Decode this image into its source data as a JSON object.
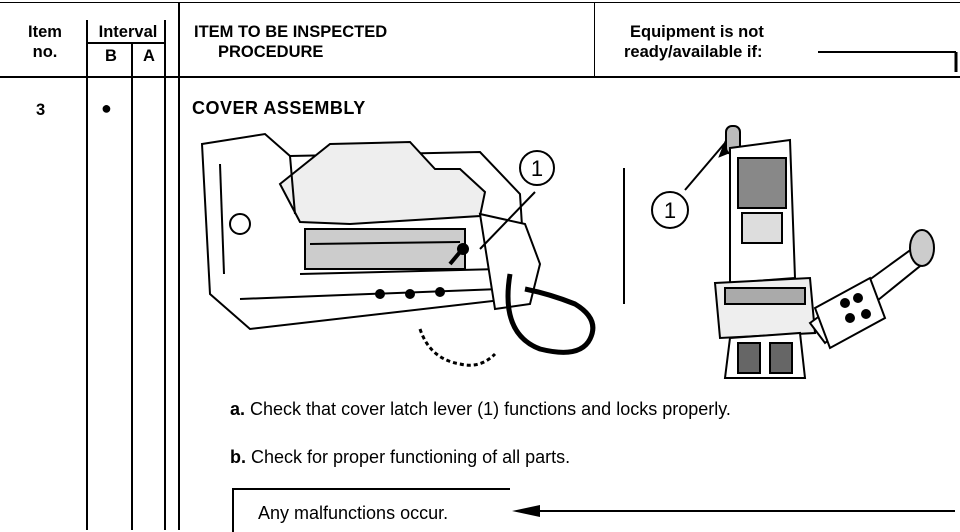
{
  "header": {
    "item_no_line1": "Item",
    "item_no_line2": "no.",
    "interval_label": "Interval",
    "interval_b": "B",
    "interval_a": "A",
    "item_line1": "ITEM TO BE INSPECTED",
    "item_line2": "PROCEDURE",
    "equip_line1": "Equipment is not",
    "equip_line2": "ready/available  if:"
  },
  "row": {
    "item_number": "3",
    "interval_b_mark": "●",
    "title": "COVER ASSEMBLY",
    "callout_left": "1",
    "callout_right": "1",
    "step_a_label": "a.",
    "step_a_text": " Check that cover latch lever (1) functions and locks properly.",
    "step_b_label": "b.",
    "step_b_text": " Check  for  proper  functioning  of  all  parts.",
    "not_ready_text": "Any   malfunctions   occur."
  }
}
